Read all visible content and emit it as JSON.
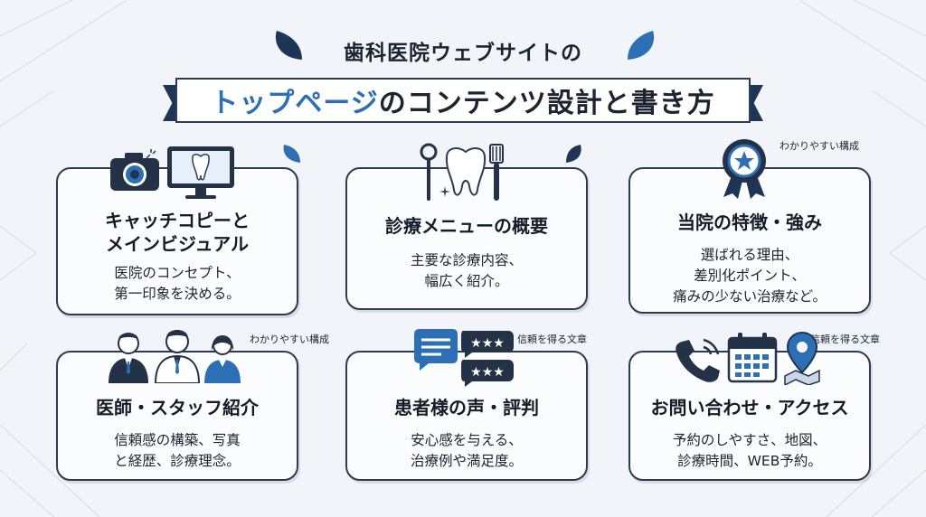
{
  "title": {
    "line1": "歯科医院ウェブサイトの",
    "line2_highlight": "トップページ",
    "line2_rest": "のコンテンツ設計と書き方"
  },
  "cards": [
    {
      "title_lines": [
        "キャッチコピーと",
        "メインビジュアル"
      ],
      "desc_lines": [
        "医院のコンセプト、",
        "第一印象を決める。"
      ],
      "icons": [
        "camera-icon",
        "monitor-tooth-icon"
      ]
    },
    {
      "title_lines": [
        "診療メニューの概要"
      ],
      "desc_lines": [
        "主要な診療内容、",
        "幅広く紹介。"
      ],
      "icons": [
        "dental-mirror-icon",
        "tooth-icon",
        "toothbrush-icon"
      ]
    },
    {
      "tag": "わかりやすい構成",
      "title_lines": [
        "当院の特徴・強み"
      ],
      "desc_lines": [
        "選ばれる理由、",
        "差別化ポイント、",
        "痛みの少ない治療など。"
      ],
      "icons": [
        "award-badge-icon"
      ]
    },
    {
      "tag": "わかりやすい構成",
      "title_lines": [
        "医師・スタッフ紹介"
      ],
      "desc_lines": [
        "信頼感の構築、写真",
        "と経歴、診療理念。"
      ],
      "icons": [
        "staff-group-icon"
      ]
    },
    {
      "tag": "信頼を得る文章",
      "title_lines": [
        "患者様の声・評判"
      ],
      "desc_lines": [
        "安心感を与える、",
        "治療例や満足度。"
      ],
      "icons": [
        "chat-bubbles-icon"
      ]
    },
    {
      "tag": "信頼を得る文章",
      "title_lines": [
        "お問い合わせ・アクセス"
      ],
      "desc_lines": [
        "予約のしやすさ、地図、",
        "診療時間、WEB予約。"
      ],
      "icons": [
        "phone-icon",
        "calendar-icon",
        "map-pin-icon"
      ]
    }
  ],
  "colors": {
    "navy": "#1f3556",
    "accent_blue": "#2d6fb4",
    "outline": "#2c3a52",
    "background": "#f1f4f8"
  }
}
